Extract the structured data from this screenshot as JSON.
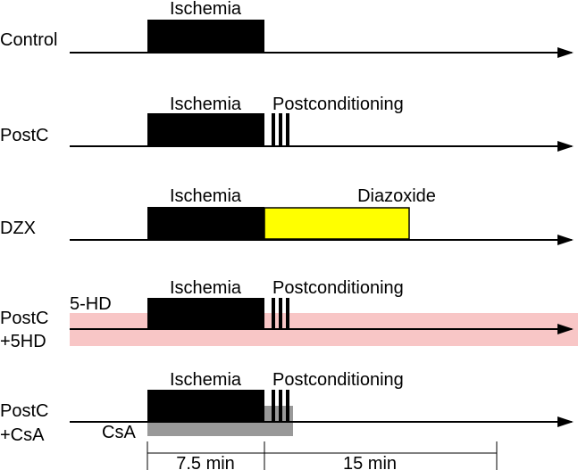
{
  "rows": [
    {
      "id": "control",
      "label_lines": [
        "Control"
      ],
      "ischemia_label": "Ischemia",
      "treatment_label": ""
    },
    {
      "id": "postc",
      "label_lines": [
        "PostC"
      ],
      "ischemia_label": "Ischemia",
      "treatment_label": "Postconditioning"
    },
    {
      "id": "dzx",
      "label_lines": [
        "DZX"
      ],
      "ischemia_label": "Ischemia",
      "treatment_label": "Diazoxide"
    },
    {
      "id": "postc-5hd",
      "label_lines": [
        "PostC",
        "+5HD"
      ],
      "ischemia_label": "Ischemia",
      "treatment_label": "Postconditioning",
      "drug_label": "5-HD"
    },
    {
      "id": "postc-csa",
      "label_lines": [
        "PostC",
        "+CsA"
      ],
      "ischemia_label": "Ischemia",
      "treatment_label": "Postconditioning",
      "drug_label": "CsA"
    }
  ],
  "timescale": {
    "first_interval": "7.5 min",
    "second_interval": "15 min"
  },
  "colors": {
    "ischemia": "#000000",
    "diazoxide": "#ffff00",
    "five_hd_band": "#f8c6c6",
    "csa_bar": "#999999",
    "timeline": "#000000"
  }
}
